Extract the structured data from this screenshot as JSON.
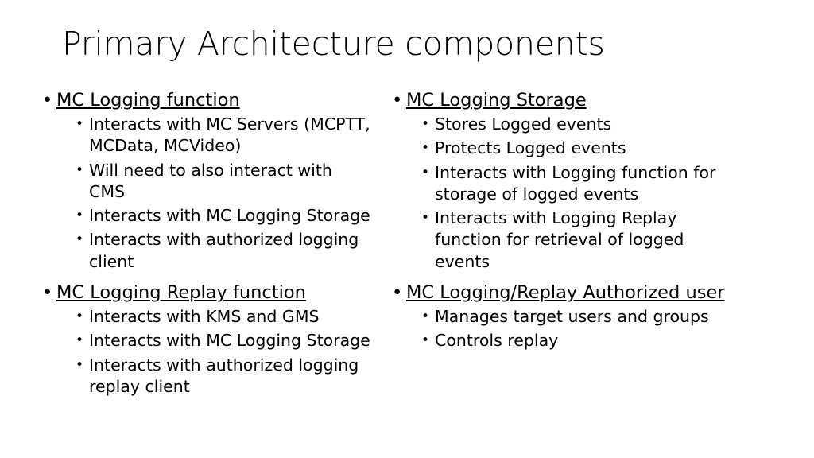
{
  "slide": {
    "title": "Primary Architecture components",
    "background_color": "#ffffff",
    "text_color": "#000000"
  },
  "columns": {
    "left": [
      {
        "heading": "MC Logging function",
        "underlined": true,
        "items": [
          "Interacts with MC Servers (MCPTT, MCData, MCVideo)",
          "Will need to also interact with CMS",
          "Interacts with MC Logging Storage",
          "Interacts with authorized logging client"
        ]
      },
      {
        "heading": "MC Logging Replay function",
        "underlined": true,
        "items": [
          "Interacts with KMS and GMS",
          "Interacts with MC Logging Storage",
          "Interacts with authorized logging replay client"
        ]
      }
    ],
    "right": [
      {
        "heading": "MC Logging Storage",
        "underlined": true,
        "items": [
          "Stores Logged events",
          "Protects Logged events",
          "Interacts with Logging function for storage of logged events",
          "Interacts with Logging Replay function for retrieval of logged events"
        ]
      },
      {
        "heading": "MC Logging/Replay Authorized user",
        "underlined": true,
        "items": [
          "Manages target users and groups",
          "Controls replay"
        ]
      }
    ]
  },
  "markers": {
    "level1": "•",
    "level2": "•"
  }
}
